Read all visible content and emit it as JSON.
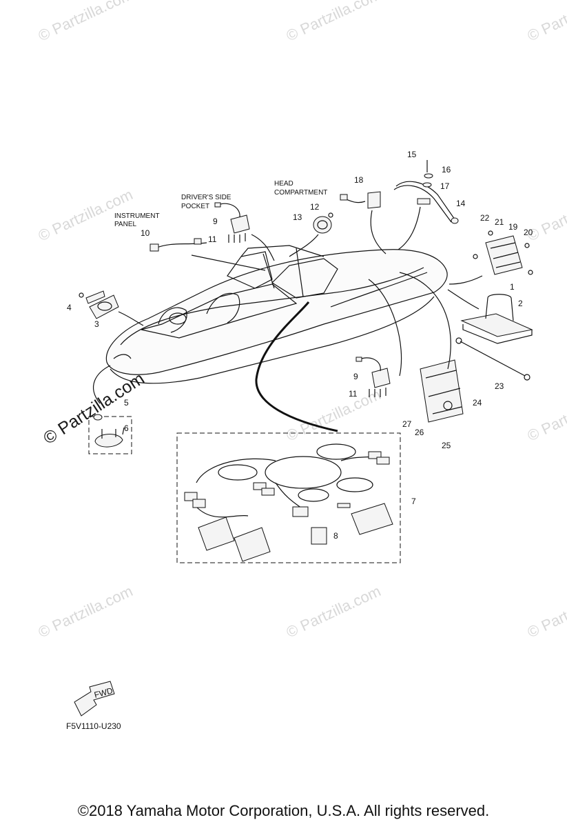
{
  "watermark": "© Partzilla.com",
  "labels": {
    "instrument_panel_1": "INSTRUMENT",
    "instrument_panel_2": "PANEL",
    "drivers_pocket_1": "DRIVER'S SIDE",
    "drivers_pocket_2": "POCKET",
    "head_compartment_1": "HEAD",
    "head_compartment_2": "COMPARTMENT"
  },
  "callouts": [
    "1",
    "2",
    "3",
    "4",
    "5",
    "6",
    "7",
    "8",
    "9",
    "10",
    "11",
    "12",
    "13",
    "14",
    "15",
    "16",
    "17",
    "18",
    "19",
    "20",
    "21",
    "22",
    "23",
    "24",
    "25",
    "26",
    "27"
  ],
  "fwd_label": "FWD",
  "diagram_code": "F5V1110-U230",
  "copyright": "©2018  Yamaha Motor Corporation, U.S.A. All rights reserved."
}
